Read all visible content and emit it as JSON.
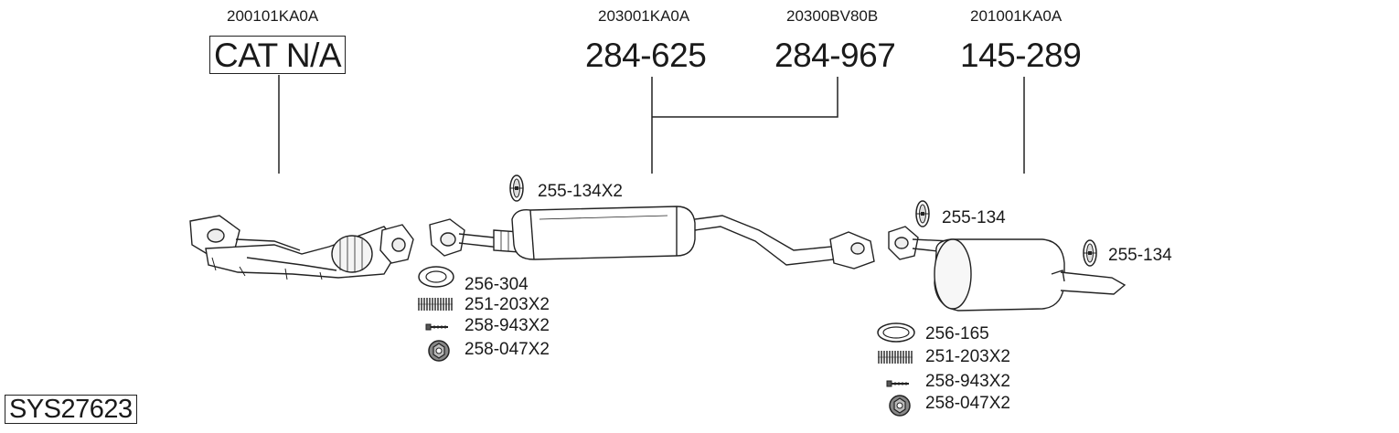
{
  "system_code": "SYS27623",
  "groups": [
    {
      "id": "cat",
      "oem": "200101KA0A",
      "part_no": "CAT N/A"
    },
    {
      "id": "front-pipe",
      "oem": "203001KA0A",
      "part_no": "284-625"
    },
    {
      "id": "center",
      "oem": "20300BV80B",
      "part_no": "284-967"
    },
    {
      "id": "rear",
      "oem": "201001KA0A",
      "part_no": "145-289"
    }
  ],
  "fittings": {
    "front_mount": "255-134X2",
    "front": [
      "256-304",
      "251-203X2",
      "258-943X2",
      "258-047X2"
    ],
    "rear_mount_1": "255-134",
    "rear_mount_2": "255-134",
    "rear": [
      "256-165",
      "251-203X2",
      "258-943X2",
      "258-047X2"
    ]
  },
  "icons": [
    "rubber-mount-icon",
    "gasket-ring-icon",
    "spring-icon",
    "bolt-icon",
    "nut-icon",
    "catalyst-icon",
    "pipe-icon",
    "muffler-icon"
  ]
}
